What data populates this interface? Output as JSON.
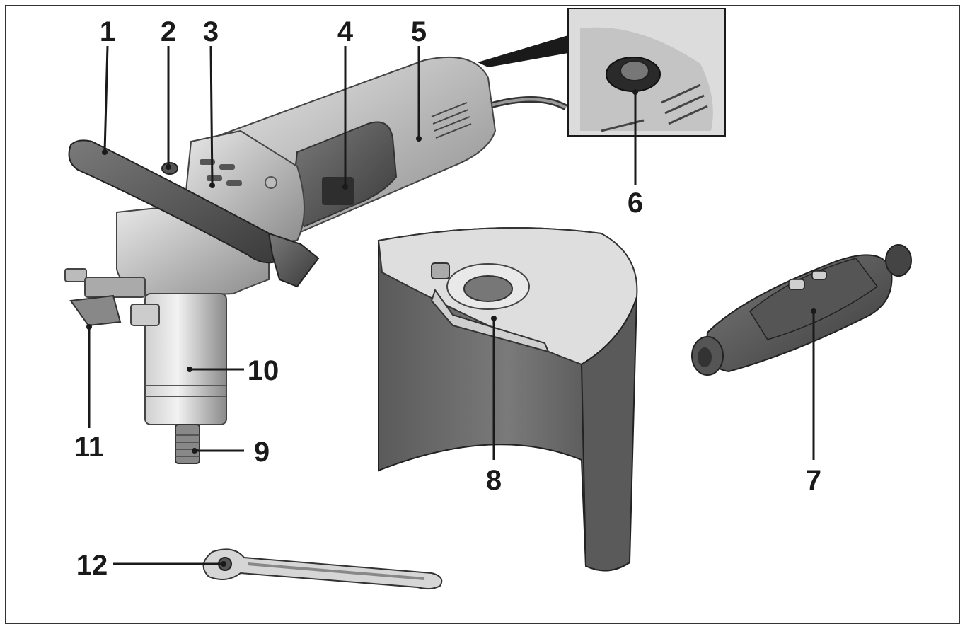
{
  "callouts": [
    {
      "number": "1",
      "part": "handle"
    },
    {
      "number": "2",
      "part": "spindle-lock-button"
    },
    {
      "number": "3",
      "part": "gear-head"
    },
    {
      "number": "4",
      "part": "on-off-switch"
    },
    {
      "number": "5",
      "part": "motor-housing"
    },
    {
      "number": "6",
      "part": "speed-selector-thumbwheel"
    },
    {
      "number": "7",
      "part": "pcb-safety-device"
    },
    {
      "number": "8",
      "part": "protective-guard"
    },
    {
      "number": "9",
      "part": "spindle"
    },
    {
      "number": "10",
      "part": "lower-housing"
    },
    {
      "number": "11",
      "part": "water-connection-valve"
    },
    {
      "number": "12",
      "part": "spanner"
    }
  ],
  "colors": {
    "ink": "#1a1a1a",
    "tool_light": "#d9d9d9",
    "tool_mid": "#9a9a9a",
    "tool_dark": "#4a4a4a",
    "guard_inner": "#6e6e6e",
    "background": "#ffffff"
  }
}
